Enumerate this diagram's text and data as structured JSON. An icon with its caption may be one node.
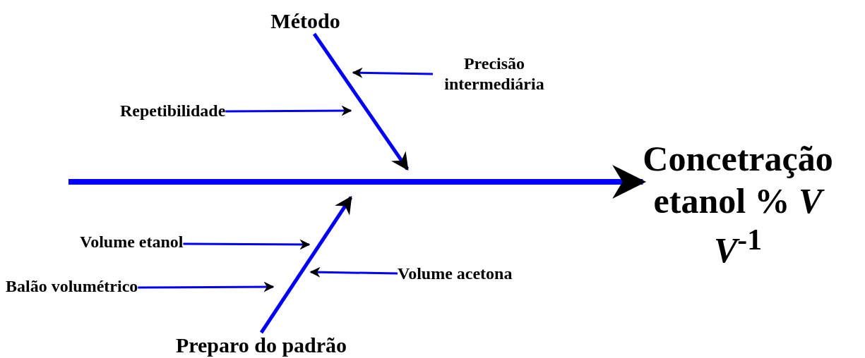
{
  "diagram": {
    "nodes": [
      {
        "text": [
          "Método"
        ]
      },
      {
        "text": [
          "Precisão intermediária"
        ]
      },
      {
        "text": [
          "Repetibilidade"
        ]
      },
      {
        "text": [
          "Concetração etanol % *V* *V*$^{-1}$"
        ]
      },
      {
        "text": [
          "Volume etanol"
        ]
      },
      {
        "text": [
          "Volume acetona"
        ]
      },
      {
        "text": [
          "Balão volumétrico"
        ]
      },
      {
        "text": [
          "Preparo do padrão"
        ]
      }
    ],
    "edges": [
      {
        "from": null,
        "to": 3,
        "arrow": "to",
        "style": "thick"
      },
      {
        "from": 0,
        "to": null,
        "arrow": "to"
      },
      {
        "from": 7,
        "to": null,
        "arrow": "to"
      },
      {
        "from": 1,
        "to": null,
        "arrow": "to"
      },
      {
        "from": 2,
        "to": null,
        "arrow": "to"
      },
      {
        "from": 4,
        "to": null,
        "arrow": "to"
      },
      {
        "from": 6,
        "to": null,
        "arrow": "to"
      },
      {
        "from": 5,
        "to": null,
        "arrow": "to"
      }
    ]
  }
}
